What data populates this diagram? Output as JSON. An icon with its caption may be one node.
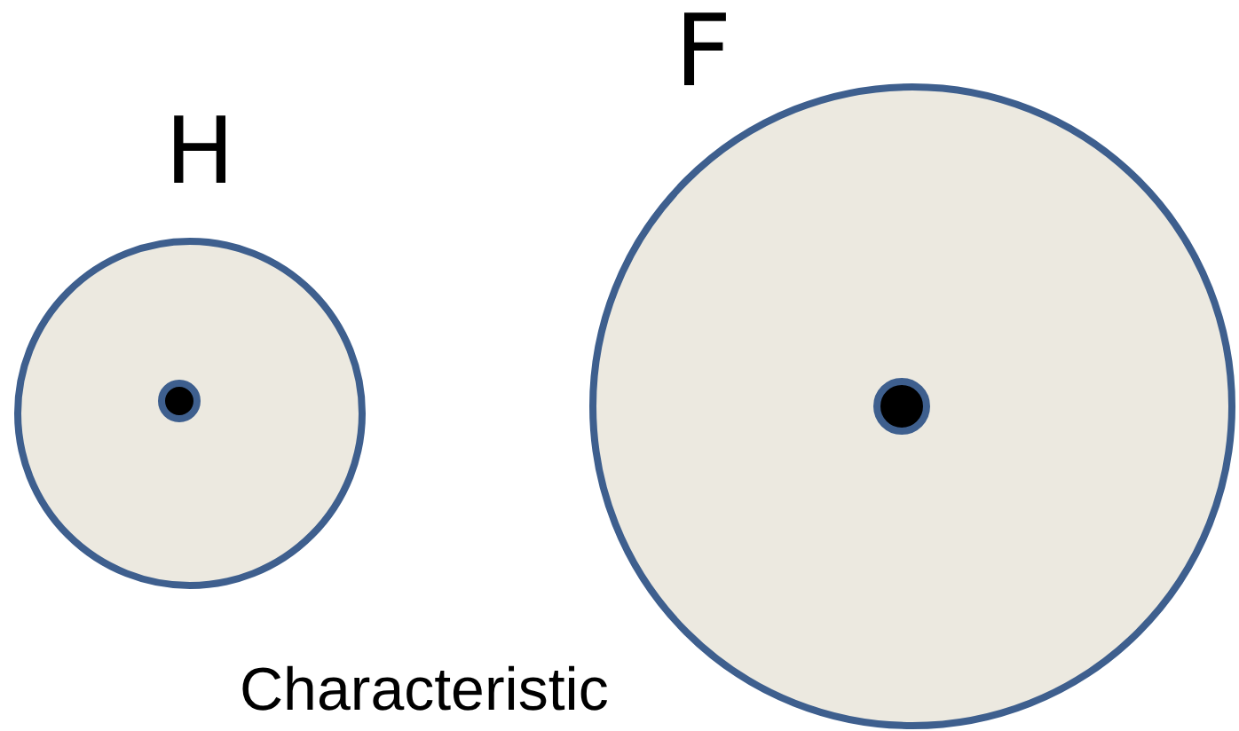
{
  "diagram": {
    "nodes": [
      {
        "text": [
          "H"
        ]
      },
      {
        "text": [
          "F"
        ]
      }
    ],
    "labels": [
      "Characteristic"
    ]
  }
}
